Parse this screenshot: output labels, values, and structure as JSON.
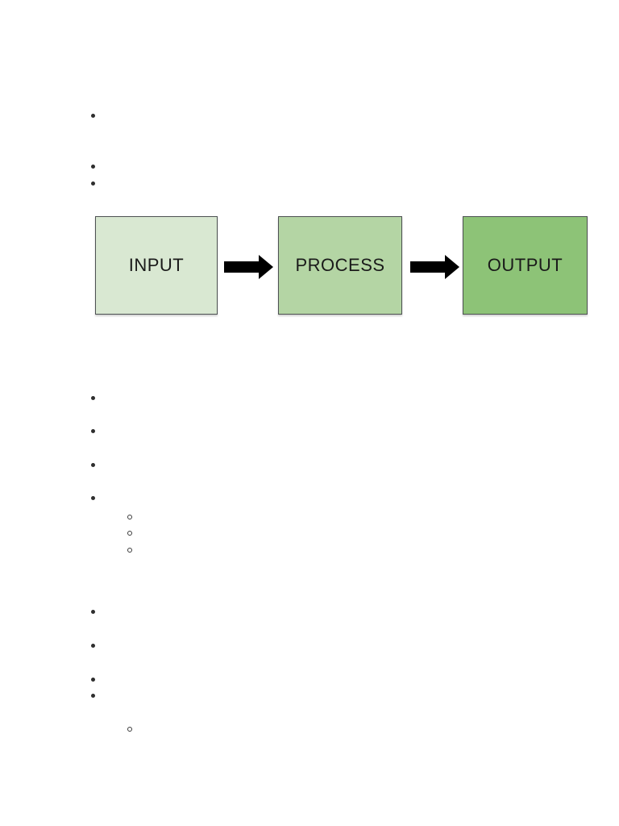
{
  "page": {
    "background_color": "#ffffff"
  },
  "diagram": {
    "boxes": [
      {
        "label": "INPUT",
        "fill": "#d9e8d2"
      },
      {
        "label": "PROCESS",
        "fill": "#b4d5a4"
      },
      {
        "label": "OUTPUT",
        "fill": "#8dc377"
      }
    ],
    "box_border_color": "#4d5152",
    "arrow_color": "#000000",
    "label_color": "#1a1a1a"
  }
}
